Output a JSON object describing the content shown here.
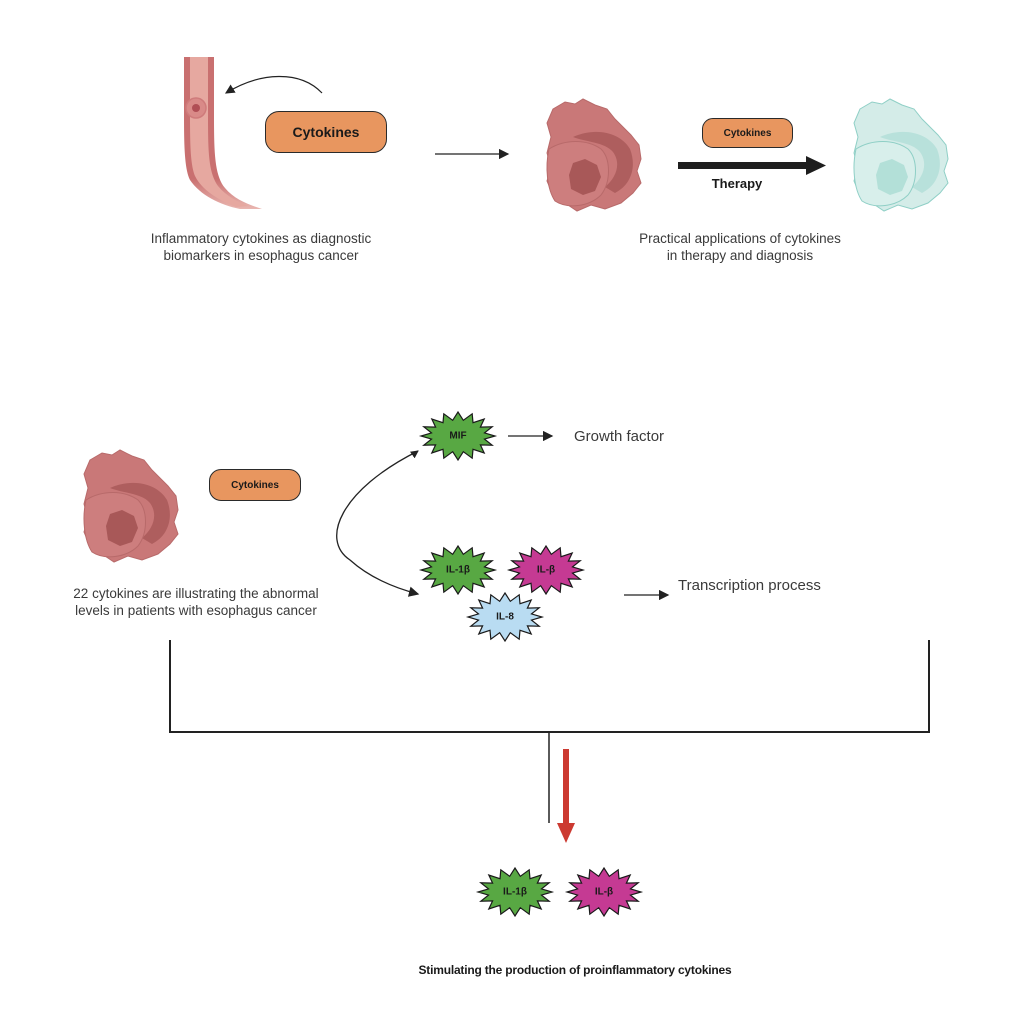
{
  "colors": {
    "pill_fill": "#e8965f",
    "cancer_cell": "#c97878",
    "cancer_nucleus": "#a85858",
    "healthy_cell": "#d4ece8",
    "healthy_outline": "#8fcfc6",
    "green_cytokine": "#58a843",
    "magenta_cytokine": "#c53a93",
    "blue_cytokine": "#b9dcf2",
    "red_arrow": "#cc3a31"
  },
  "top_left": {
    "pill_label": "Cytokines",
    "caption_line1": "Inflammatory cytokines as diagnostic",
    "caption_line2": "biomarkers in esophagus cancer"
  },
  "top_right": {
    "pill_label": "Cytokines",
    "arrow_label": "Therapy",
    "caption_line1": "Practical applications of cytokines",
    "caption_line2": "in therapy and diagnosis"
  },
  "middle": {
    "pill_label": "Cytokines",
    "caption_line1": "22 cytokines are illustrating the abnormal",
    "caption_line2": "levels in patients with esophagus cancer",
    "cytokines": [
      {
        "label": "MIF",
        "color": "green"
      },
      {
        "label": "IL-1β",
        "color": "green"
      },
      {
        "label": "IL-β",
        "color": "magenta"
      },
      {
        "label": "IL-8",
        "color": "blue"
      }
    ],
    "growth_label": "Growth factor",
    "transcription_label": "Transcription process"
  },
  "bottom": {
    "cytokines": [
      {
        "label": "IL-1β",
        "color": "green"
      },
      {
        "label": "IL-β",
        "color": "magenta"
      }
    ],
    "caption": "Stimulating the production of proinflammatory cytokines"
  }
}
